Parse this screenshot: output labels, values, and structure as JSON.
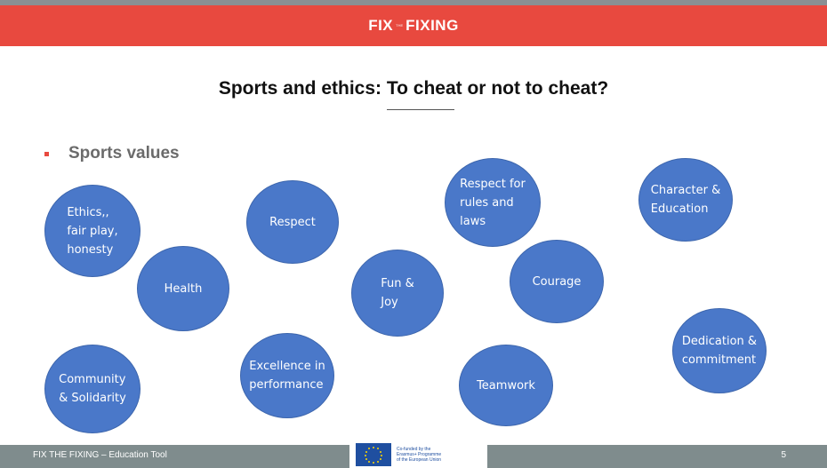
{
  "header": {
    "logo_left": "FIX",
    "logo_mid": "THE",
    "logo_right": "FIXING"
  },
  "title": "Sports and ethics: To cheat or not to cheat?",
  "section_heading": "Sports values",
  "values": {
    "ethics": "Ethics,,\nfair play,\nhonesty",
    "health": "Health",
    "respect": "Respect",
    "fun": "Fun &\nJoy",
    "rules": "Respect for\nrules and\nlaws",
    "courage": "Courage",
    "character": "Character &\nEducation",
    "dedication": "Dedication &\ncommitment",
    "community": "Community\n& Solidarity",
    "excellence": "Excellence in\nperformance",
    "teamwork": "Teamwork"
  },
  "footer": {
    "left_text": "FIX THE FIXING – Education Tool",
    "eu_text": "Co-funded by the\nErasmus+ Programme\nof the European Union",
    "page_number": "5"
  },
  "colors": {
    "header_red": "#e8493f",
    "bubble_blue": "#4a78c9",
    "footer_gray": "#7f8c8d"
  }
}
